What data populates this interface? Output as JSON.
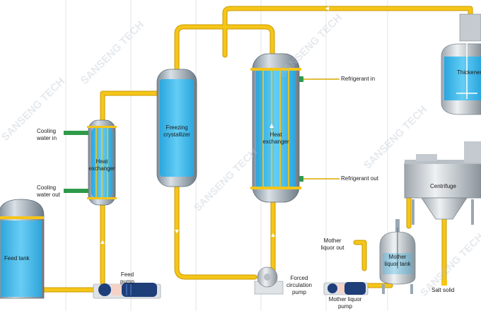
{
  "labels": {
    "feed_tank": "Feed tank",
    "feed_pump": "Feed pump",
    "cooling_water_in": "Cooling water in",
    "cooling_water_out": "Cooling water out",
    "heat_exchanger_small": "Heat exchanger",
    "freezing_crystallizer": "Freezing crystallizer",
    "heat_exchanger_large": "Heat exchanger",
    "refrigerant_in": "Refrigerant in",
    "refrigerant_out": "Refrigerant out",
    "forced_circulation_pump": "Forced circulation pump",
    "mother_liquor_out": "Mother liquor out",
    "mother_liquor_tank": "Mother liquor tank",
    "mother_liquor_pump": "Mother liquor pump",
    "thickener": "Thickener",
    "centrifuge": "Centrifuge",
    "salt_solid": "Salt solid"
  },
  "watermark": "SANSENG TECH",
  "colors": {
    "pipe": "#f5c518",
    "pipe_edge": "#c99a00",
    "vessel_fill": "#3fb6e8",
    "vessel_shell": "#9aa8b4",
    "cooling_port": "#2e9a4a",
    "equipment_gray": "#c7ccd1"
  }
}
